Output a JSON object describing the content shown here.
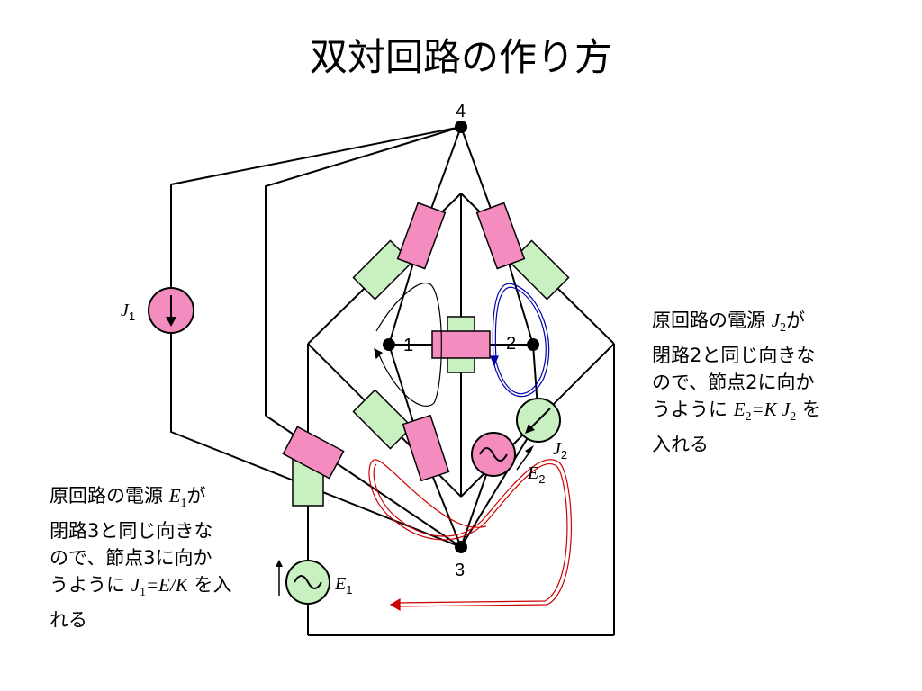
{
  "title": "双対回路の作り方",
  "nodes": {
    "n1": "1",
    "n2": "2",
    "n3": "3",
    "n4": "4"
  },
  "sources": {
    "J1": {
      "sym": "J",
      "sub": "1"
    },
    "J2": {
      "sym": "J",
      "sub": "2"
    },
    "E1": {
      "sym": "E",
      "sub": "1"
    },
    "E2": {
      "sym": "E",
      "sub": "2"
    }
  },
  "colors": {
    "resistor_pink": "#f48cc0",
    "resistor_green": "#c8f0c0",
    "loop_red": "#cc0000",
    "loop_blue": "#0000aa",
    "wire": "#000000"
  },
  "note_right": {
    "line1_pre": "原回路の電源 ",
    "line1_sym": "J",
    "line1_sub": "2",
    "line1_post": "が",
    "line2": "閉路2と同じ向きな",
    "line3": "ので、節点2に向か",
    "line4_pre": "うように ",
    "eq_lhs_sym": "E",
    "eq_lhs_sub": "2",
    "eq_mid": "=K J",
    "eq_rhs_sub": "2",
    "line4_post": " を",
    "line5": "入れる"
  },
  "note_left": {
    "line1_pre": "原回路の電源 ",
    "line1_sym": "E",
    "line1_sub": "1",
    "line1_post": "が",
    "line2": "閉路3と同じ向きな",
    "line3": "ので、節点3に向か",
    "line4_pre": "うように ",
    "eq_lhs_sym": "J",
    "eq_lhs_sub": "1",
    "eq_mid": "=E/K",
    "line4_post": " を入",
    "line5": "れる"
  }
}
